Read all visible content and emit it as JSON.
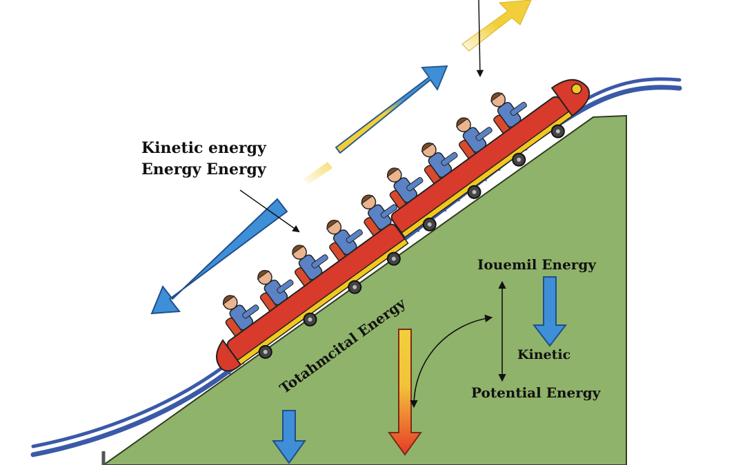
{
  "labels": {
    "kinetic_line1": "Kinetic energy",
    "kinetic_line2": "Energy Energy",
    "slope_label": "Totahmcital Energy",
    "right_top": "Iouemil Energy",
    "right_mid": "Kinetic",
    "right_bottom": "Potential Energy"
  },
  "colors": {
    "hill": "#8fb36a",
    "track": "#3a5aa8",
    "car_body": "#d83a2c",
    "stripe": "#f2c81e",
    "seat": "#d94a2c",
    "blue_arrow": "#3f8ed8",
    "yellow_arrow": "#f2cf3a",
    "red_arrow": "#e83a26",
    "rider_shirt": "#5a82c4",
    "rider_skin": "#e9b48e",
    "rider_hair": "#7a4a28"
  },
  "icons": {
    "kinetic_arrow": "arrow-down-left-icon",
    "up_arrow": "arrow-up-right-icon",
    "conversion_arrow": "curved-double-arrow-icon"
  }
}
